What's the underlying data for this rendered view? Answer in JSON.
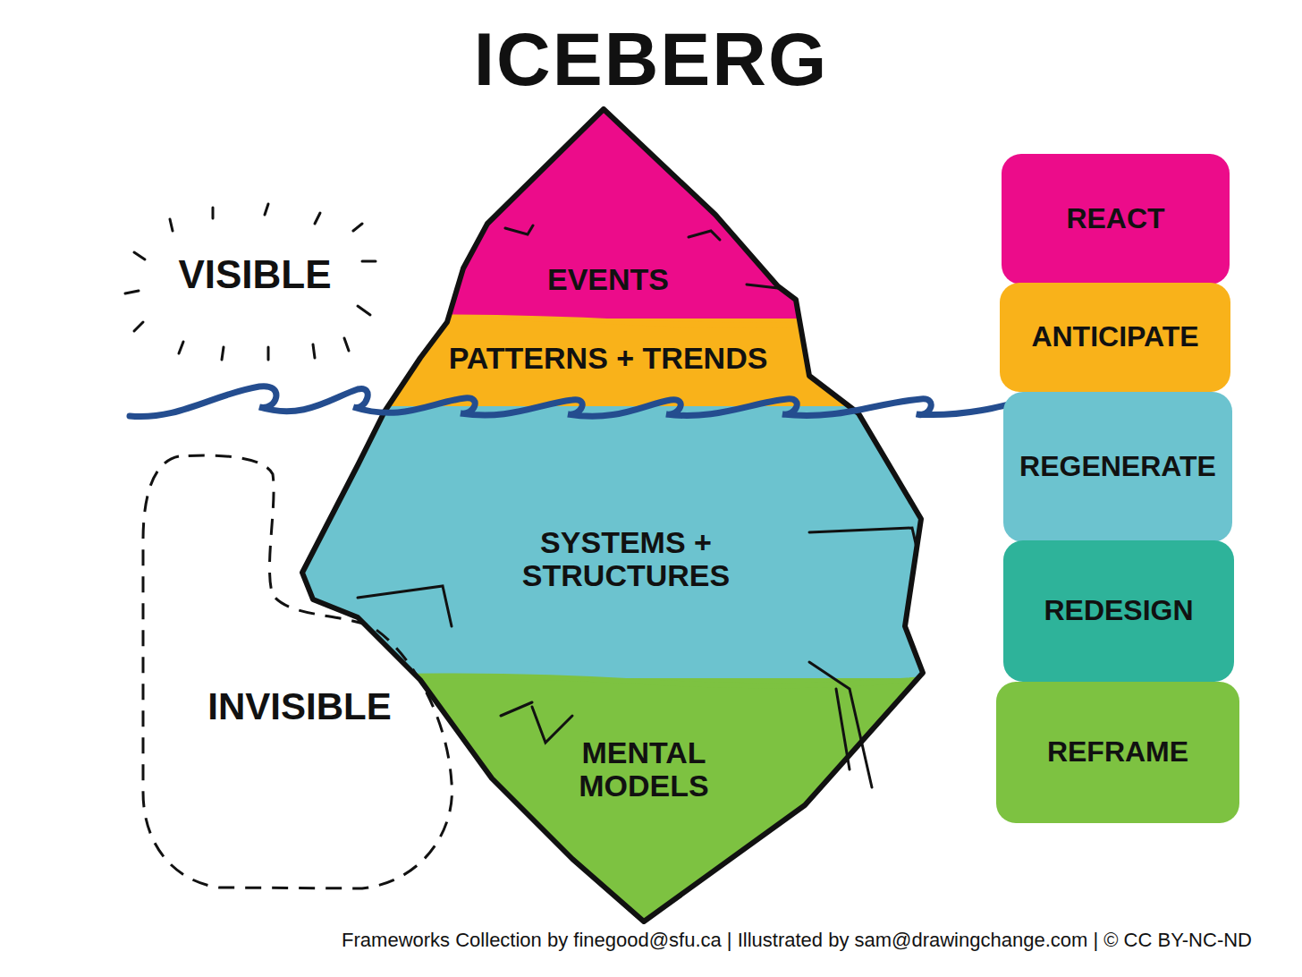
{
  "diagram": {
    "title": "ICEBERG",
    "caption": "Frameworks Collection by finegood@sfu.ca | Illustrated by sam@drawingchange.com | © CC BY-NC-ND",
    "nodes": [
      {
        "text": [
          "EVENTS"
        ]
      },
      {
        "text": [
          "PATTERNS + TRENDS"
        ]
      },
      {
        "text": [
          "SYSTEMS + STRUCTURES"
        ]
      },
      {
        "text": [
          "MENTAL MODELS"
        ]
      },
      {
        "text": [
          "INVISIBLE"
        ]
      },
      {
        "text": [
          "REACT"
        ]
      },
      {
        "text": [
          "ANTICIPATE"
        ]
      },
      {
        "text": [
          "REGENERATE"
        ]
      },
      {
        "text": [
          "REDESIGN"
        ]
      },
      {
        "text": [
          "REFRAME"
        ]
      }
    ],
    "labels": [
      "VISIBLE"
    ]
  }
}
